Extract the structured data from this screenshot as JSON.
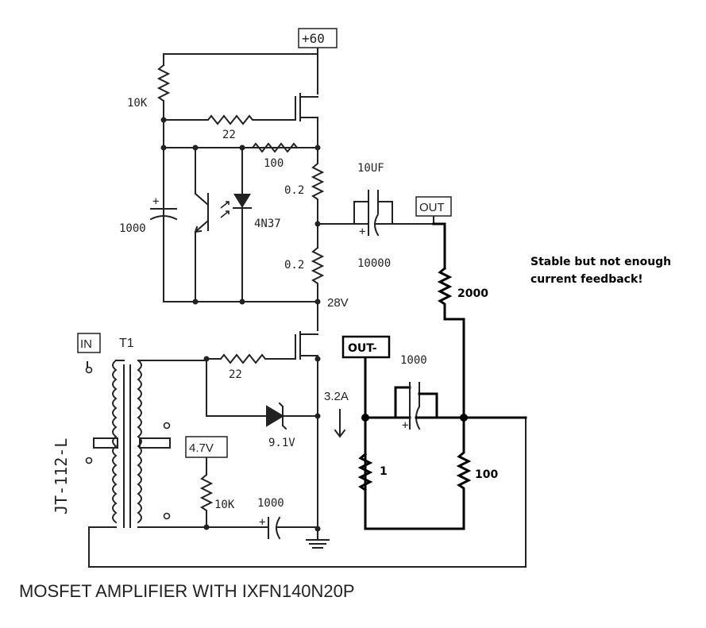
{
  "title": "MOSFET AMPLIFIER WITH IXFN140N20P",
  "note": {
    "line1": "Stable but not enough",
    "line2": "current feedback!"
  },
  "terminals": {
    "supply": "+60",
    "out": "OUT",
    "out_minus": "OUT-",
    "in": "IN",
    "bias": "4.7V"
  },
  "transformer": {
    "name": "T1",
    "part": "JT-112-L"
  },
  "components": {
    "r_top": "10K",
    "r_gate_top": "22",
    "r_100": "100",
    "r_sense_1": "0.2",
    "r_sense_2": "0.2",
    "c_1000_left": "1000",
    "opto": "4N37",
    "c_10uf": "10UF",
    "c_10000": "10000",
    "r_2000": "2000",
    "node_28v": "28V",
    "r_gate_bottom": "22",
    "current": "3.2A",
    "zener": "9.1V",
    "c_1000_fb": "1000",
    "r_1": "1",
    "r_100_fb": "100",
    "r_10k_bias": "10K",
    "c_1000_bottom": "1000"
  }
}
